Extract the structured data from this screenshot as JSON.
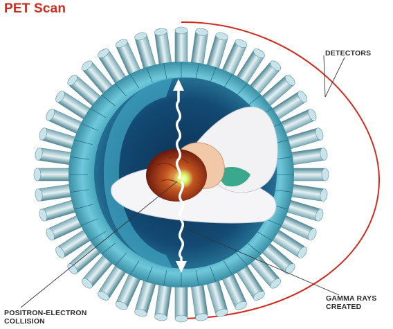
{
  "title": "PET Scan",
  "labels": {
    "detectors": "DETECTORS",
    "gamma_rays_line1": "GAMMA RAYS",
    "gamma_rays_line2": "CREATED",
    "positron_line1": "POSITRON-ELECTRON",
    "positron_line2": "COLLISION"
  },
  "colors": {
    "title": "#d02a1c",
    "accent_arc": "#d02a1c",
    "detector_light": "#e3f1f4",
    "detector_mid": "#9fc5cd",
    "detector_dark": "#4e8592",
    "ring_face": "#55b8cc",
    "tunnel_dark": "#0f3b63",
    "label_text": "#2a2a2a"
  },
  "icons": {
    "detector_ring": "cylindrical-detector-icon",
    "gamma_arrows": "wavy-double-arrow-icon",
    "collision": "burst-icon"
  },
  "detector_count": 44
}
